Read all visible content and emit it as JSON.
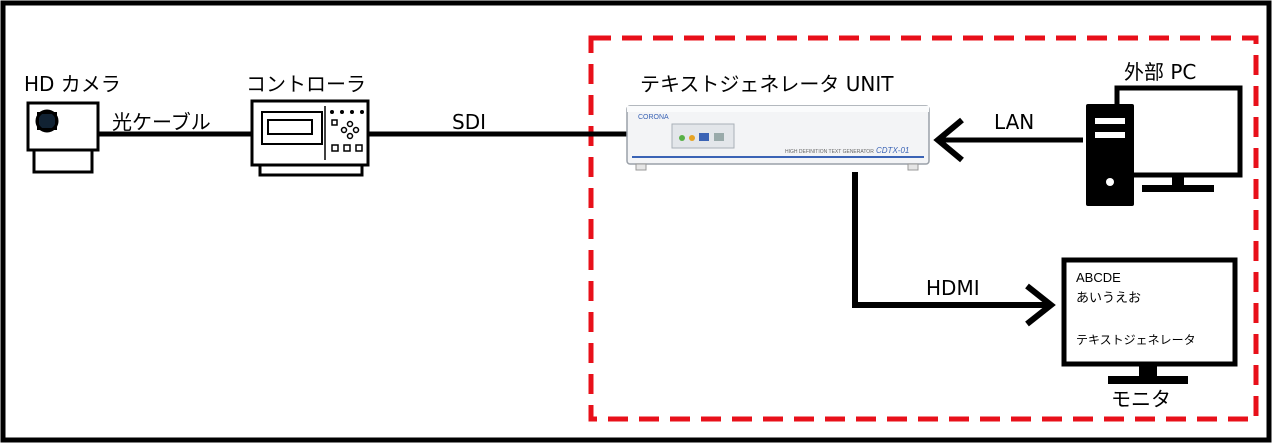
{
  "devices": {
    "camera": {
      "label": "HD カメラ",
      "icon": "camera-icon"
    },
    "controller": {
      "label": "コントローラ",
      "icon": "controller-icon"
    },
    "unit": {
      "label": "テキストジェネレータ UNIT",
      "brand": "CORONA",
      "model": "CDTX-01",
      "subtitle": "HIGH DEFINITION TEXT GENERATOR",
      "icon": "text-generator-unit-icon"
    },
    "pc": {
      "label": "外部 PC",
      "icon": "desktop-pc-icon"
    },
    "monitor": {
      "label": "モニタ",
      "icon": "monitor-icon",
      "screen_lines": [
        "ABCDE",
        "あいうえお",
        "テキストジェネレータ"
      ]
    }
  },
  "connections": {
    "optical_cable": "光ケーブル",
    "sdi": "SDI",
    "lan": "LAN",
    "hdmi": "HDMI"
  },
  "colors": {
    "boundary": "#e8101a",
    "line": "#000000",
    "unit_accent": "#3a63b5"
  }
}
